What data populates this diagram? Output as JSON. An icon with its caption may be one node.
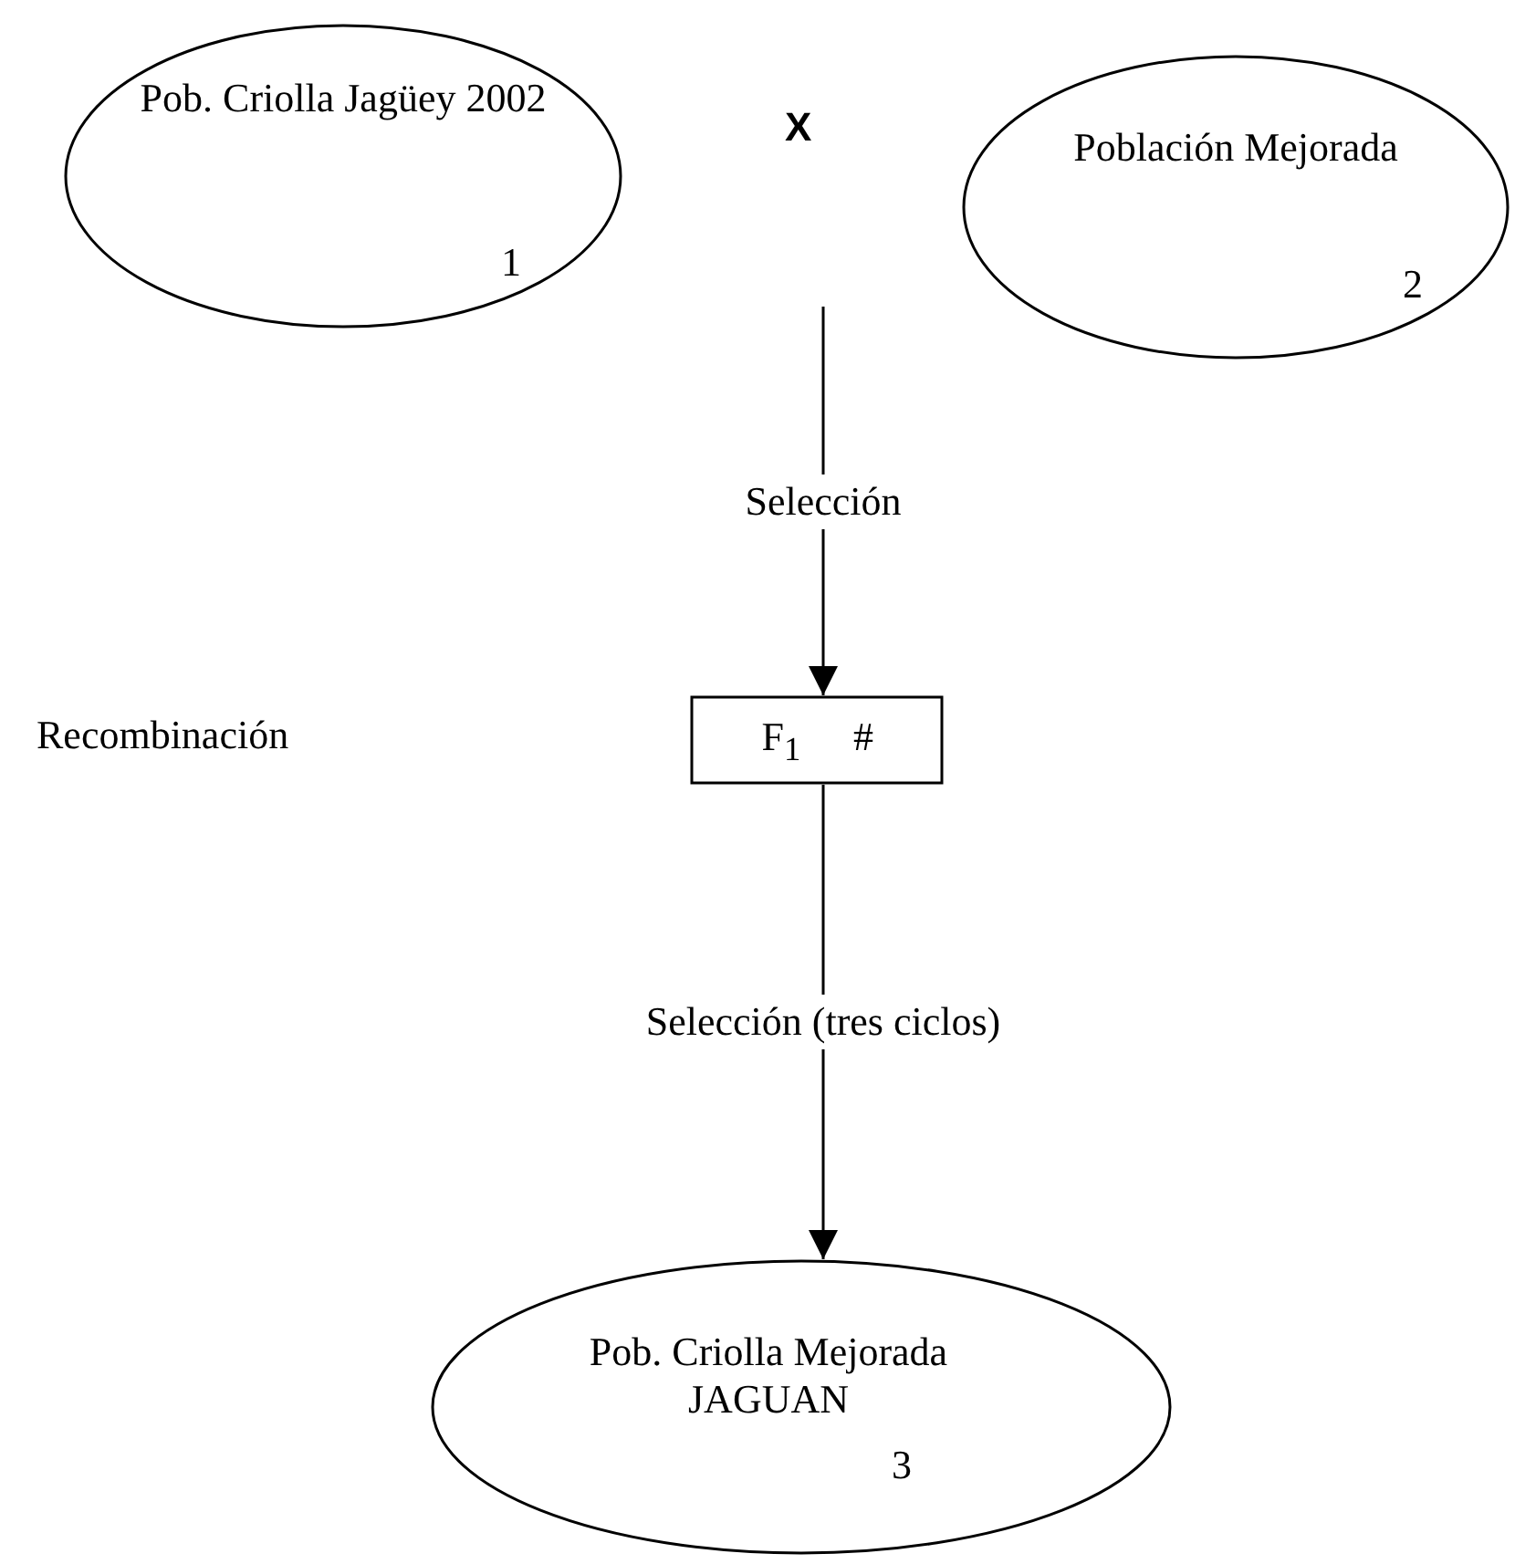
{
  "diagram": {
    "nodes": [
      {
        "text": [
          "Pob. Criolla Jagüey 2002",
          "1"
        ]
      },
      {
        "text": [
          "Población Mejorada",
          "2"
        ]
      },
      {
        "text": [
          "F$_{1}$",
          "#"
        ]
      },
      {
        "text": [
          "Pob. Criolla Mejorada JAGUAN",
          "3"
        ]
      }
    ],
    "edges": [
      {
        "from": null,
        "to": 2,
        "arrow": "to",
        "label": "Selección"
      },
      {
        "from": 2,
        "to": 3,
        "arrow": "to",
        "label": "Selección (tres ciclos)"
      }
    ],
    "labels": [
      "X",
      "Recombinación"
    ]
  }
}
